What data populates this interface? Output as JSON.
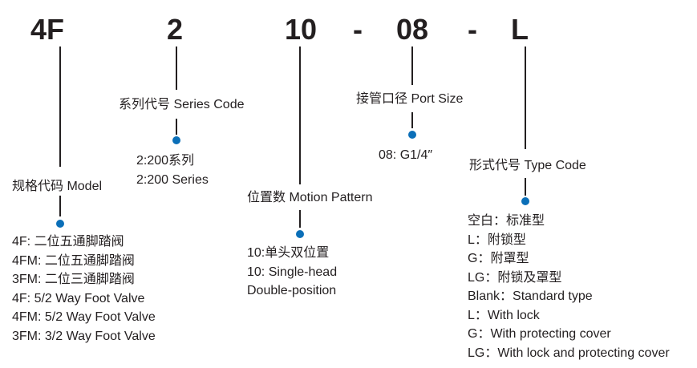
{
  "code": {
    "model": "4F",
    "series": "2",
    "motion": "10",
    "dash1": "-",
    "port": "08",
    "dash2": "-",
    "type": "L"
  },
  "series_label": "系列代号  Series  Code",
  "series_options": [
    "2:200系列",
    "2:200 Series"
  ],
  "port_label": "接管口径 Port Size",
  "port_options": [
    "08: G1/4″"
  ],
  "model_label": "规格代码 Model",
  "model_options": [
    "4F: 二位五通脚踏阀",
    "4FM: 二位五通脚踏阀",
    "3FM: 二位三通脚踏阀",
    "4F: 5/2 Way Foot Valve",
    "4FM: 5/2 Way Foot Valve",
    "3FM: 3/2 Way Foot Valve"
  ],
  "motion_label": "位置数 Motion  Pattern",
  "motion_options": [
    "10:单头双位置",
    "10: Single-head",
    "Double-position"
  ],
  "type_label": "形式代号 Type Code",
  "type_options": [
    "空白：标准型",
    "L：附锁型",
    "G：附罩型",
    "LG：附锁及罩型",
    "Blank：Standard type",
    "L：With lock",
    "G：With protecting cover",
    "LG：With lock and protecting cover"
  ],
  "colors": {
    "line": "#231f20",
    "dot": "#0b6fb8",
    "text": "#231f20"
  }
}
